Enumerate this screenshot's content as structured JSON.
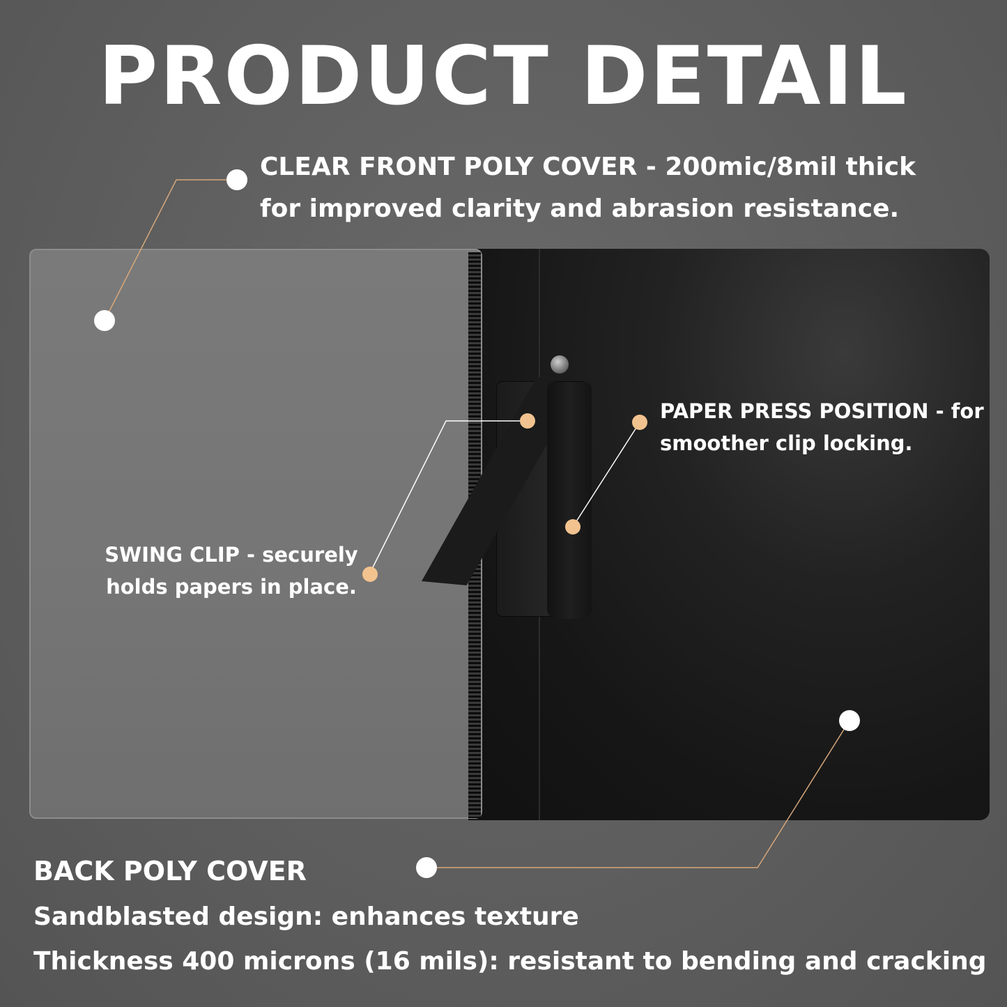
{
  "title": "PRODUCT DETAIL",
  "callouts": {
    "front_cover": {
      "line1": "CLEAR FRONT POLY COVER - 200mic/8mil thick",
      "line2": "for improved clarity and abrasion resistance."
    },
    "paper_press": {
      "line1": "PAPER PRESS POSITION - for",
      "line2": "smoother clip locking."
    },
    "swing_clip": {
      "line1": "SWING CLIP - securely",
      "line2": "holds papers in place."
    },
    "back_cover": {
      "heading": "BACK POLY COVER",
      "line1": "Sandblasted design: enhances texture",
      "line2": "Thickness 400 microns (16 mils): resistant to bending and cracking"
    }
  },
  "colors": {
    "background": "#5e5e5e",
    "accent_line": "#d7a77b",
    "accent_dot": "#f2c38f",
    "text": "#ffffff"
  }
}
